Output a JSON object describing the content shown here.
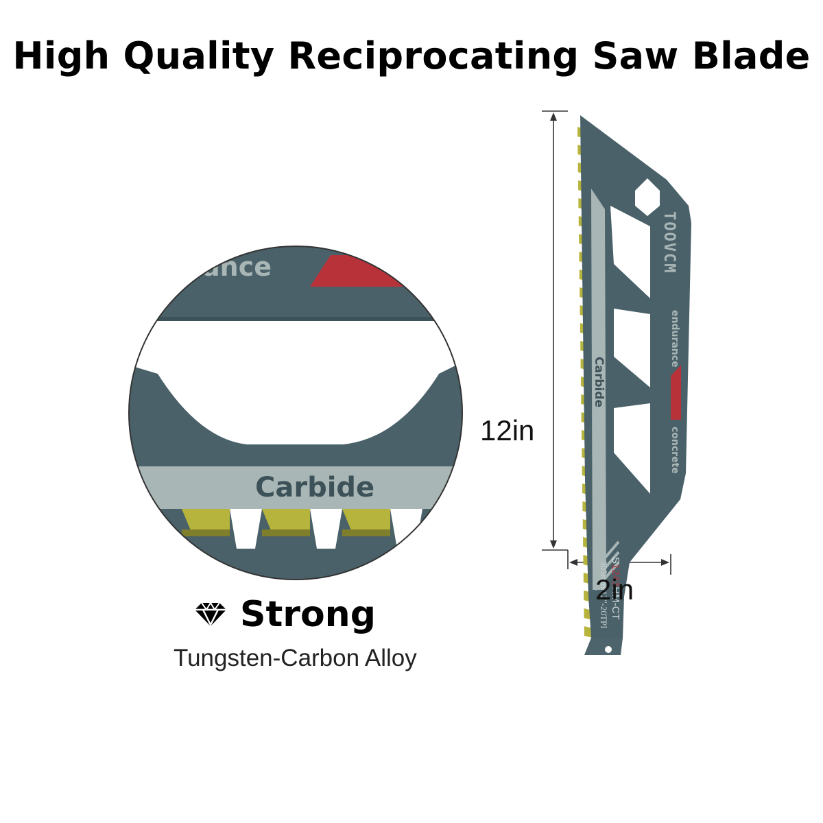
{
  "title": "High Quality Reciprocating Saw Blade",
  "feature": {
    "icon": "diamond-icon",
    "heading": "Strong",
    "subtitle": "Tungsten-Carbon Alloy"
  },
  "dimensions": {
    "length": "12in",
    "width": "2in"
  },
  "zoom": {
    "top_text": "ance",
    "band_label": "Carbide"
  },
  "blade": {
    "brand": "TOOVCM",
    "band_label": "Carbide",
    "text_endurance": "endurance",
    "text_concrete": "concrete",
    "model_prefix": "S",
    "model_highlight": "1243",
    "model_suffix": "HM-CT",
    "spec": "305mm/12\"-20TPI"
  },
  "colors": {
    "blade_body": "#4a6169",
    "band": "#a9b6b6",
    "tooth": "#b7b43d",
    "accent_red": "#b8323a"
  }
}
